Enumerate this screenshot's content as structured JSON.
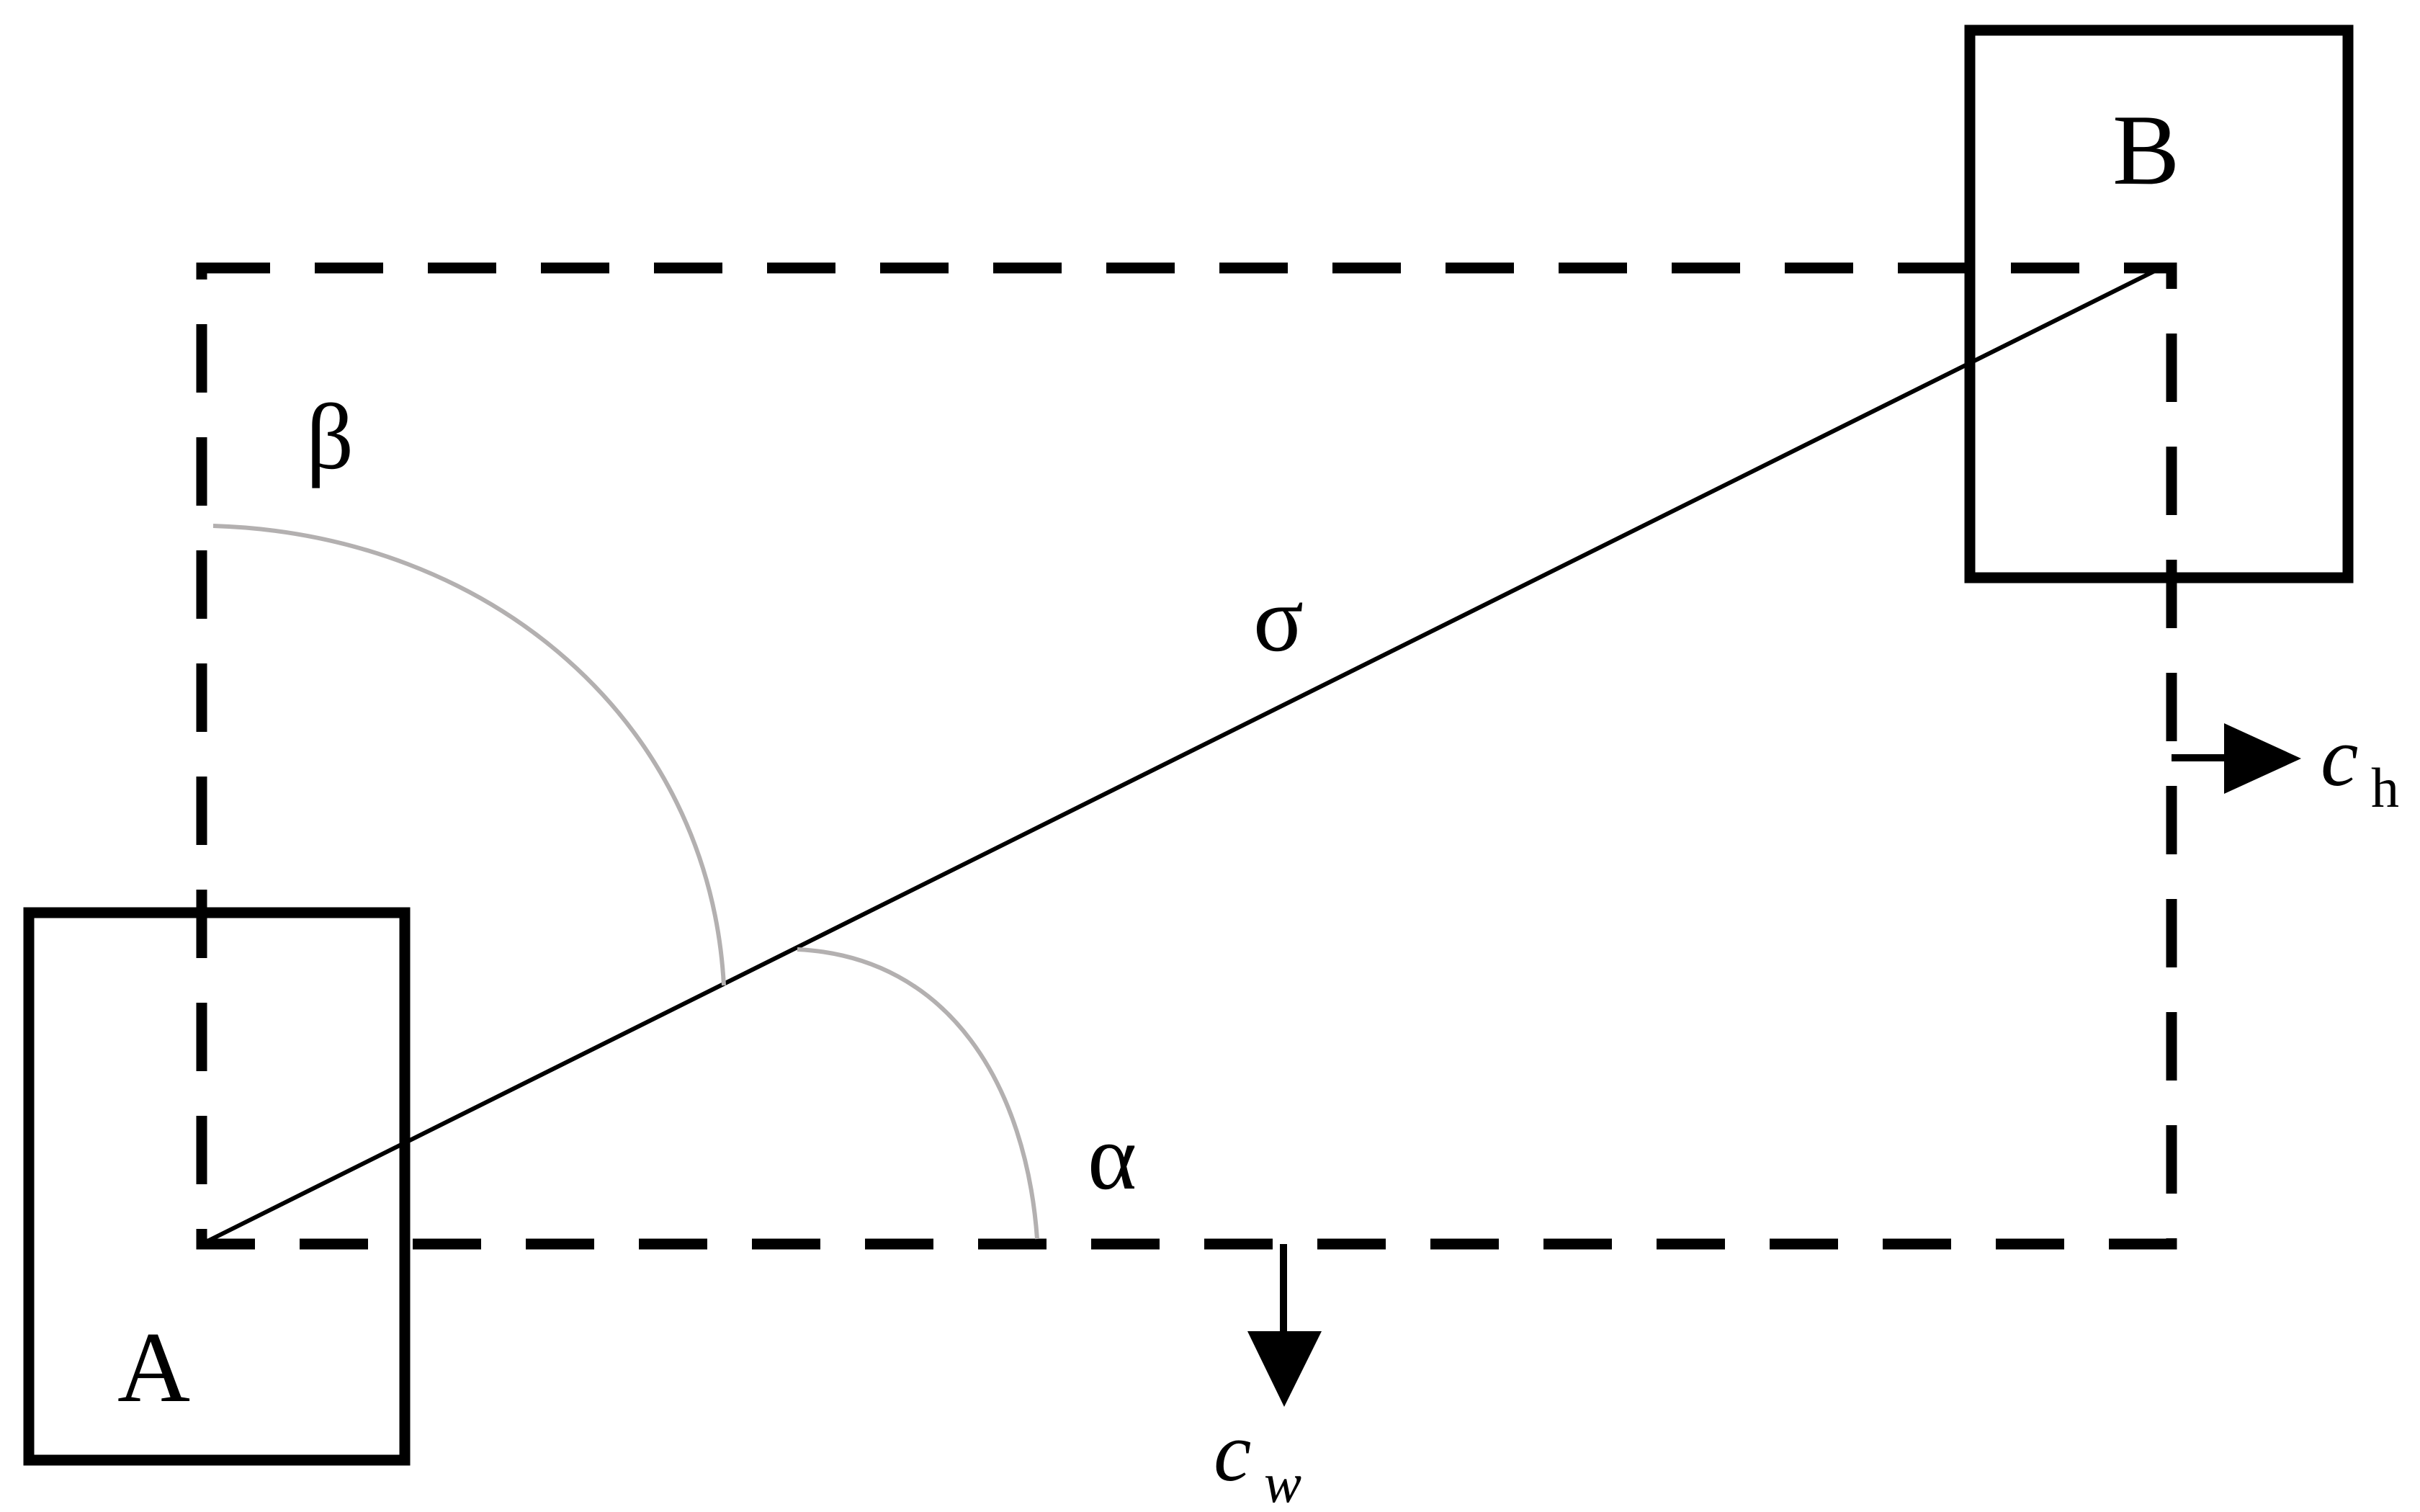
{
  "diagram": {
    "box_a_label": "A",
    "box_b_label": "B",
    "angle_alpha_label": "α",
    "angle_beta_label": "β",
    "distance_label": "σ",
    "center_width_symbol": "c",
    "center_width_subscript": "w",
    "center_height_symbol": "c",
    "center_height_subscript": "h"
  },
  "colors": {
    "stroke": "#000000",
    "arc": "#b3b0b0",
    "background": "#ffffff"
  }
}
